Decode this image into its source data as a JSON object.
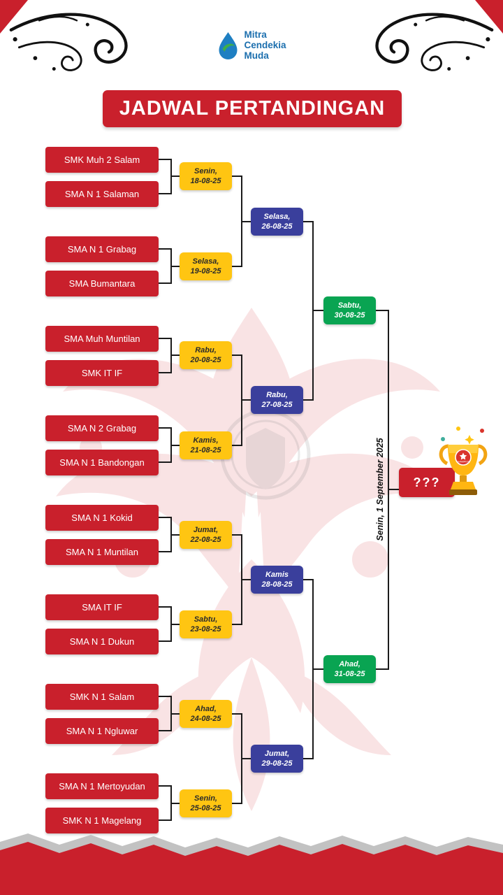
{
  "header": {
    "title": "JADWAL PERTANDINGAN"
  },
  "logo": {
    "line1": "Mitra",
    "line2": "Cendekia",
    "line3": "Muda"
  },
  "colors": {
    "red": "#c9202c",
    "yellow": "#ffc512",
    "blue": "#3a3f9c",
    "green": "#09a452"
  },
  "bracket": {
    "teams": [
      "SMK Muh 2 Salam",
      "SMA N 1 Salaman",
      "SMA N 1 Grabag",
      "SMA Bumantara",
      "SMA Muh Muntilan",
      "SMK IT IF",
      "SMA N 2 Grabag",
      "SMA N 1 Bandongan",
      "SMA N 1 Kokid",
      "SMA N 1 Muntilan",
      "SMA IT IF",
      "SMA N 1 Dukun",
      "SMK N 1 Salam",
      "SMA N 1 Ngluwar",
      "SMA N 1 Mertoyudan",
      "SMK N 1 Magelang"
    ],
    "round1": [
      {
        "day": "Senin,",
        "date": "18-08-25"
      },
      {
        "day": "Selasa,",
        "date": "19-08-25"
      },
      {
        "day": "Rabu,",
        "date": "20-08-25"
      },
      {
        "day": "Kamis,",
        "date": "21-08-25"
      },
      {
        "day": "Jumat,",
        "date": "22-08-25"
      },
      {
        "day": "Sabtu,",
        "date": "23-08-25"
      },
      {
        "day": "Ahad,",
        "date": "24-08-25"
      },
      {
        "day": "Senin,",
        "date": "25-08-25"
      }
    ],
    "round2": [
      {
        "day": "Selasa,",
        "date": "26-08-25"
      },
      {
        "day": "Rabu,",
        "date": "27-08-25"
      },
      {
        "day": "Kamis",
        "date": "28-08-25"
      },
      {
        "day": "Jumat,",
        "date": "29-08-25"
      }
    ],
    "round3": [
      {
        "day": "Sabtu,",
        "date": "30-08-25"
      },
      {
        "day": "Ahad,",
        "date": "31-08-25"
      }
    ],
    "final": {
      "date_label": "Senin, 1 September 2025",
      "winner_placeholder": "???",
      "champion_label": "CHAMPION"
    }
  }
}
